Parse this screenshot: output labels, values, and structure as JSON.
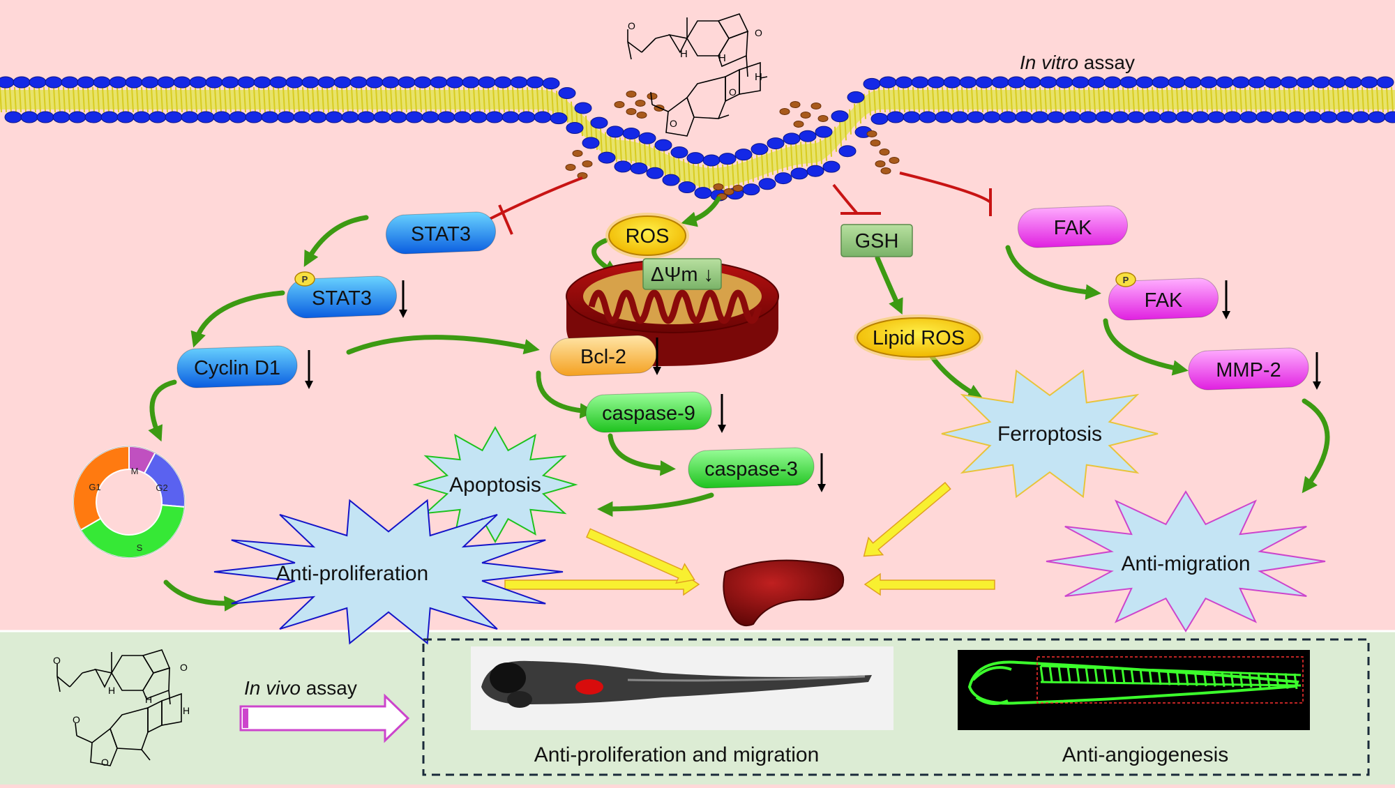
{
  "title": {
    "italic": "In vitro",
    "rest": " assay"
  },
  "nodes": {
    "stat3": "STAT3",
    "p_stat3": "STAT3",
    "cyclin_d1": "Cyclin D1",
    "ros": "ROS",
    "membrane_potential": "ΔΨm ↓",
    "bcl2": "Bcl-2",
    "caspase9": "caspase-9",
    "caspase3": "caspase-3",
    "gsh": "GSH",
    "lipid_ros": "Lipid ROS",
    "fak": "FAK",
    "p_fak": "FAK",
    "mmp2": "MMP-2",
    "phospho": "P"
  },
  "outcomes": {
    "apoptosis": "Apoptosis",
    "ferroptosis": "Ferroptosis",
    "anti_proliferation": "Anti-proliferation",
    "anti_migration": "Anti-migration"
  },
  "cell_cycle": {
    "m": "M",
    "g2": "G2",
    "s": "S",
    "g1": "G1"
  },
  "molecule_atoms": {
    "h": "H",
    "o": "O"
  },
  "in_vivo": {
    "label_italic": "In vivo",
    "label_rest": " assay",
    "caption_left": "Anti-proliferation and migration",
    "caption_right": "Anti-angiogenesis"
  },
  "colors": {
    "background_top": "#ffd8d8",
    "background_bottom": "#dcecd4",
    "membrane_head": "#1428e6",
    "membrane_tail": "#f5ee22",
    "activation_arrow": "#3c9a12",
    "inhibition": "#c81414",
    "result_arrow": "#f8f030"
  }
}
